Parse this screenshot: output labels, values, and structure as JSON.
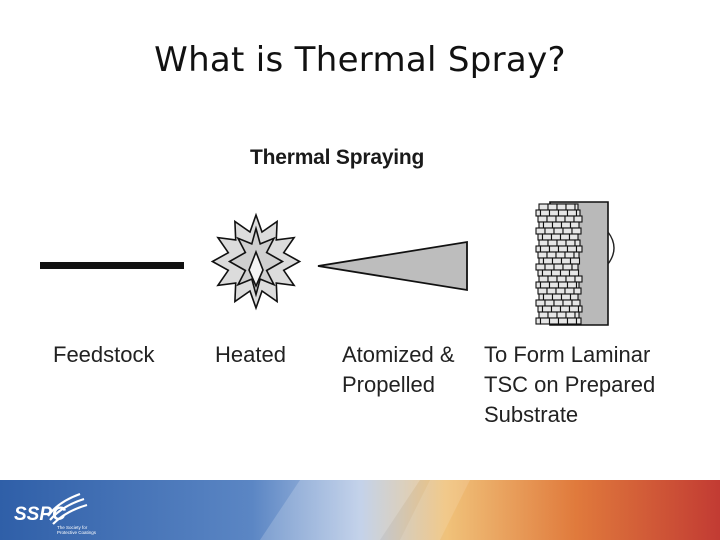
{
  "slide": {
    "title": "What is Thermal Spray?"
  },
  "diagram": {
    "title": "Thermal Spraying",
    "stages": [
      {
        "lines": [
          "Feedstock"
        ],
        "icon": "feedstock-rod"
      },
      {
        "lines": [
          "Heated"
        ],
        "icon": "heat-burst"
      },
      {
        "lines": [
          "Atomized &",
          "Propelled"
        ],
        "icon": "spray-cone"
      },
      {
        "lines": [
          "To Form Laminar",
          "TSC on Prepared",
          "Substrate"
        ],
        "icon": "brick-coating-substrate"
      }
    ]
  },
  "footer": {
    "logo_text": "SSPC",
    "logo_tagline_1": "The Society for",
    "logo_tagline_2": "Protective Coatings",
    "colors": {
      "blue": "#2f5fa8",
      "orange": "#e9a24a",
      "red": "#c23b33"
    }
  }
}
